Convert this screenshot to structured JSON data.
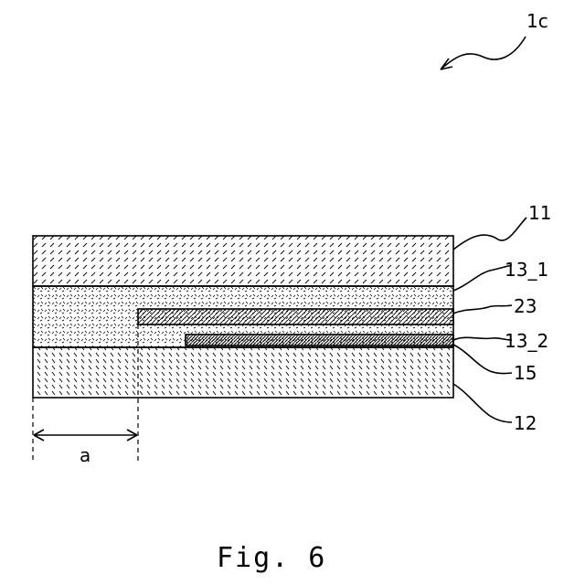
{
  "figure": {
    "ref_label": "1c",
    "caption": "Fig. 6",
    "dimension_label": "a",
    "layers": [
      {
        "id": "11",
        "label": "11"
      },
      {
        "id": "13_1",
        "label": "13_1"
      },
      {
        "id": "23",
        "label": "23"
      },
      {
        "id": "13_2",
        "label": "13_2"
      },
      {
        "id": "15",
        "label": "15"
      },
      {
        "id": "12",
        "label": "12"
      }
    ]
  }
}
